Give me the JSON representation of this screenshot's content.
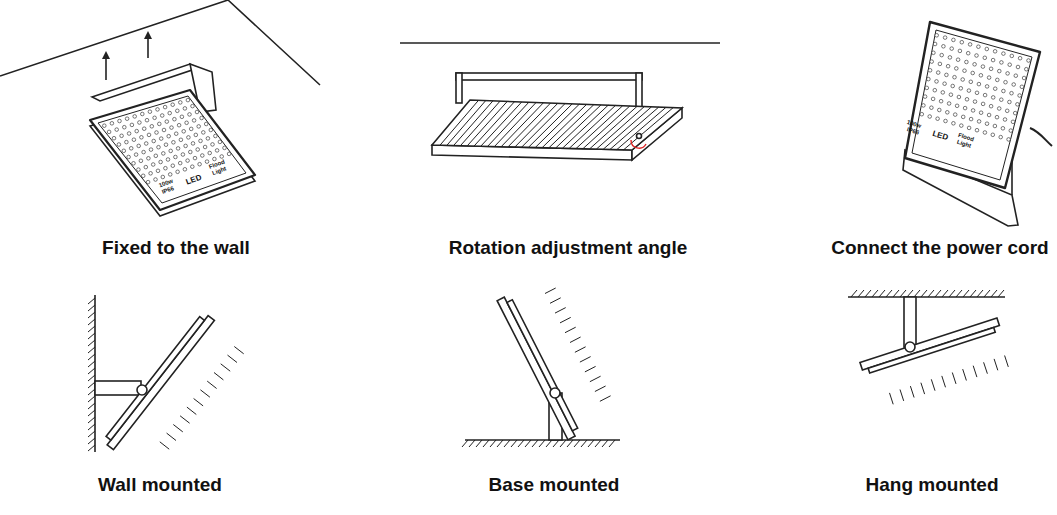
{
  "diagram": {
    "labels": [
      "Fixed to the wall",
      "Rotation adjustment angle",
      "Connect the power cord",
      "Wall mounted",
      "Base mounted",
      "Hang mounted",
      "100w",
      "IP66",
      "LED",
      "Flood Light",
      "100w",
      "IP66",
      "LED",
      "Flood Light"
    ]
  }
}
